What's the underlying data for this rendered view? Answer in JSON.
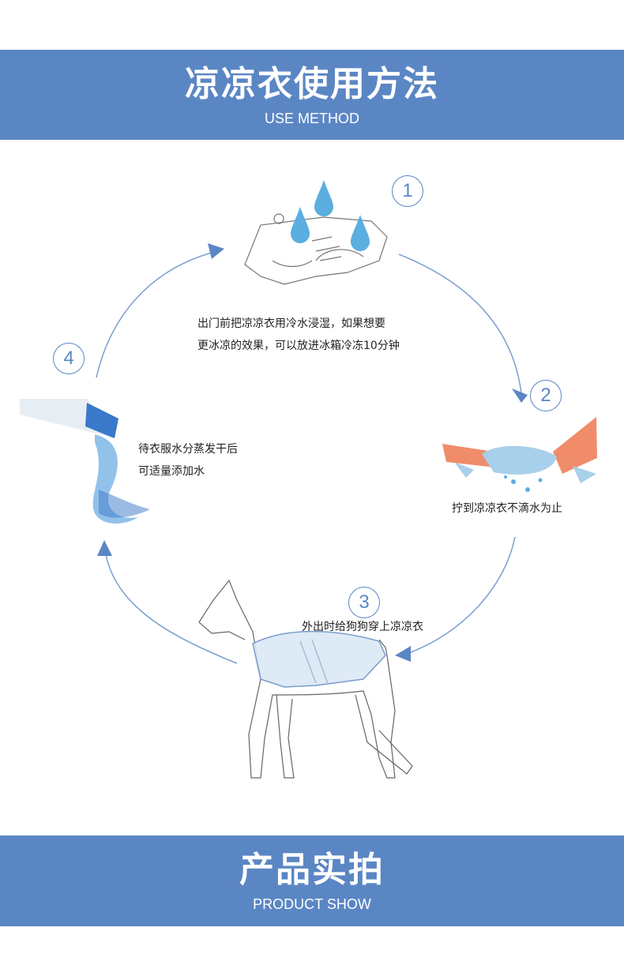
{
  "top_banner": {
    "title": "凉凉衣使用方法",
    "subtitle": "USE METHOD"
  },
  "bottom_banner": {
    "title": "产品实拍",
    "subtitle": "PRODUCT SHOW"
  },
  "steps": [
    {
      "number": "1",
      "text_line1": "出门前把凉凉衣用冷水浸湿，如果想要",
      "text_line2": "更冰凉的效果，可以放进冰箱冷冻10分钟"
    },
    {
      "number": "2",
      "text_line1": "拧到凉凉衣不滴水为止"
    },
    {
      "number": "3",
      "text_line1": "外出时给狗狗穿上凉凉衣"
    },
    {
      "number": "4",
      "text_line1": "待衣服水分蒸发干后",
      "text_line2": "可适量添加水"
    }
  ],
  "colors": {
    "accent": "#5b86c4",
    "banner_text": "#ffffff",
    "water": "#4aa3dd"
  }
}
